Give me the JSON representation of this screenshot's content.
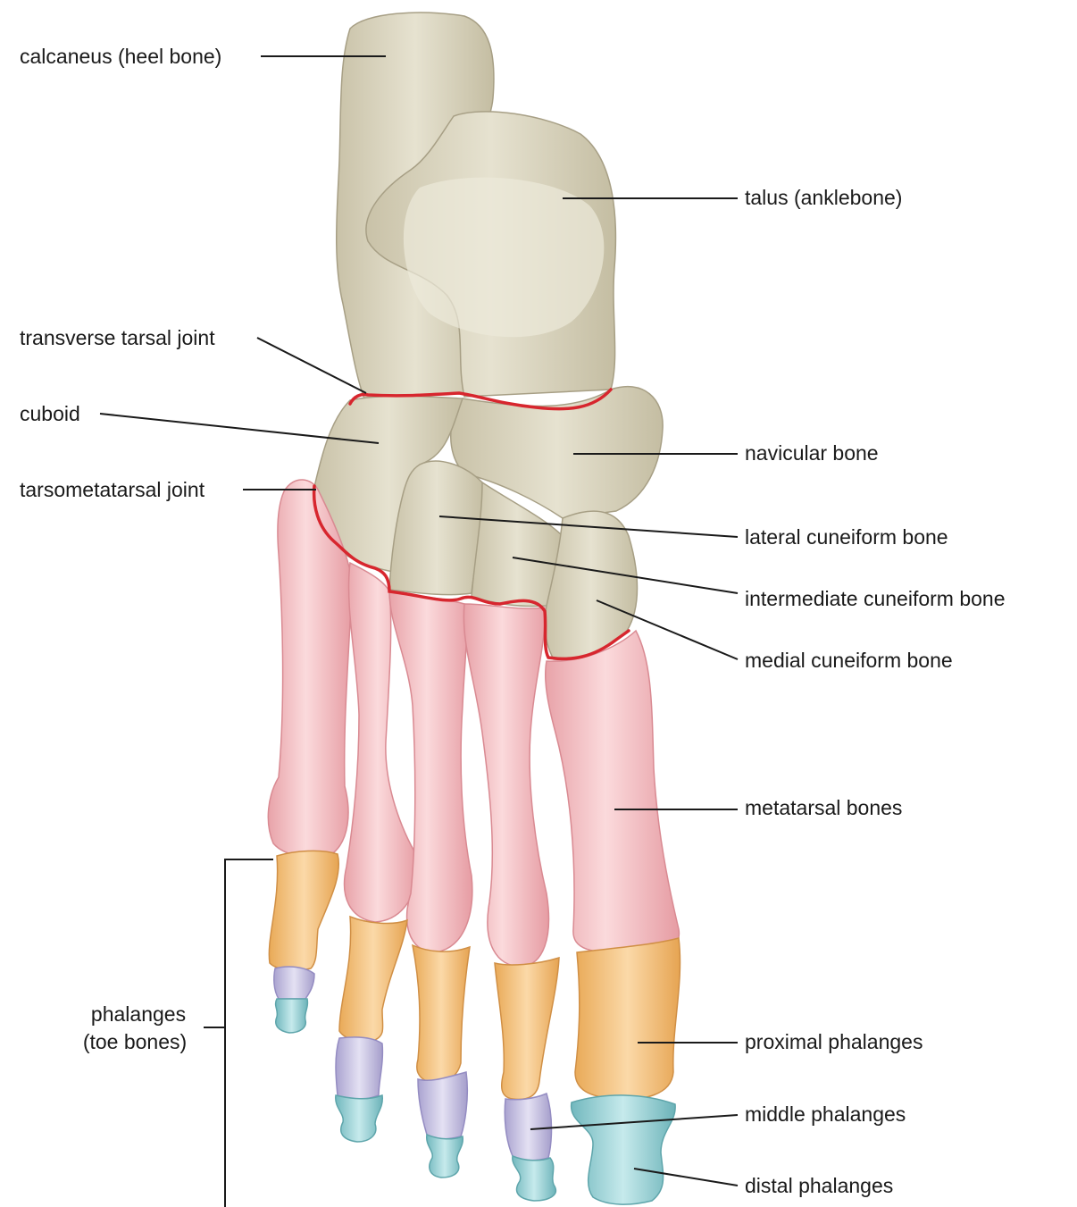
{
  "labels": {
    "calcaneus": "calcaneus (heel bone)",
    "talus": "talus (anklebone)",
    "transverse_tarsal_joint": "transverse tarsal joint",
    "cuboid": "cuboid",
    "navicular": "navicular bone",
    "tarsometatarsal_joint": "tarsometatarsal joint",
    "lateral_cuneiform": "lateral cuneiform bone",
    "intermediate_cuneiform": "intermediate cuneiform bone",
    "medial_cuneiform": "medial cuneiform bone",
    "metatarsals": "metatarsal bones",
    "phalanges_line1": "phalanges",
    "phalanges_line2": "(toe bones)",
    "proximal_phalanges": "proximal phalanges",
    "middle_phalanges": "middle phalanges",
    "distal_phalanges": "distal phalanges"
  },
  "colors": {
    "tarsal_bone": "#ddd8c4",
    "tarsal_shade": "#b8b198",
    "metatarsal": "#f4c3c6",
    "metatarsal_shade": "#e39aa0",
    "proximal_phalanx": "#f6cb8f",
    "proximal_shade": "#e3a85c",
    "middle_phalanx": "#cfcbe6",
    "middle_shade": "#a9a3cf",
    "distal_phalanx": "#a9d9dc",
    "distal_shade": "#6fb6bc",
    "joint_line": "#d7262e",
    "leader_line": "#1a1a1a"
  }
}
